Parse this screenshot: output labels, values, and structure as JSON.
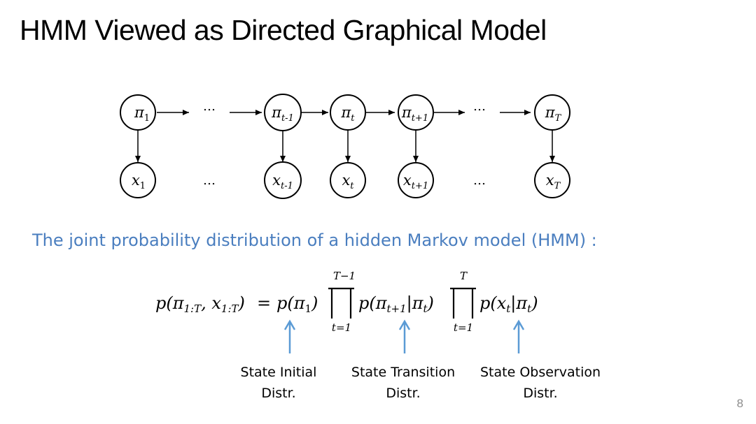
{
  "slide": {
    "title": "HMM Viewed as Directed Graphical Model",
    "page_number": "8",
    "subtitle": "The joint probability distribution of a hidden Markov model (HMM) :"
  },
  "graph": {
    "ellipsis": "…",
    "hidden_nodes": [
      {
        "base": "π",
        "sub": "1"
      },
      {
        "base": "π",
        "sub": "t-1"
      },
      {
        "base": "π",
        "sub": "t"
      },
      {
        "base": "π",
        "sub": "t+1"
      },
      {
        "base": "π",
        "sub": "T"
      }
    ],
    "observed_nodes": [
      {
        "base": "x",
        "sub": "1"
      },
      {
        "base": "x",
        "sub": "t-1"
      },
      {
        "base": "x",
        "sub": "t"
      },
      {
        "base": "x",
        "sub": "t+1"
      },
      {
        "base": "x",
        "sub": "T"
      }
    ]
  },
  "formula": {
    "lhs": "p(π1:T, x1:T)",
    "equals": "=",
    "term_initial": "p(π1)",
    "product1_upper": "T−1",
    "product1_lower": "t=1",
    "term_transition": "p(πt+1|πt)",
    "product2_upper": "T",
    "product2_lower": "t=1",
    "term_observation": "p(xt|πt)",
    "arrow_color": "#5b9bd5"
  },
  "captions": {
    "initial_line1": "State Initial",
    "initial_line2": "Distr.",
    "transition_line1": "State Transition",
    "transition_line2": "Distr.",
    "observation_line1": "State Observation",
    "observation_line2": "Distr."
  }
}
